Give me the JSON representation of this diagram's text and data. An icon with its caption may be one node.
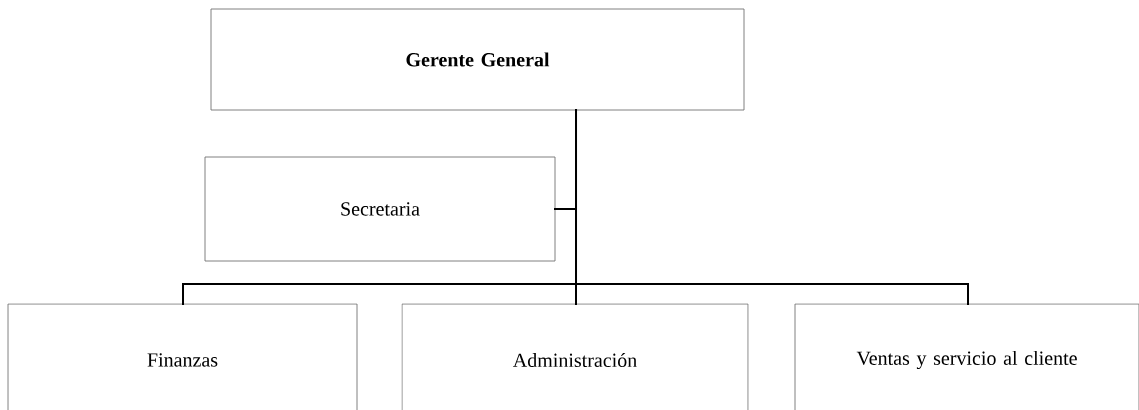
{
  "diagram": {
    "nodes": [
      {
        "text": [
          "Gerente General"
        ]
      },
      {
        "text": [
          "Secretaria"
        ]
      },
      {
        "text": [
          "Finanzas"
        ]
      },
      {
        "text": [
          "Administración"
        ]
      },
      {
        "text": [
          "Ventas y servicio al cliente"
        ]
      }
    ],
    "edges": [
      {
        "from": 0,
        "to": 1,
        "arrow": "none"
      },
      {
        "from": 0,
        "to": 2,
        "arrow": "none"
      },
      {
        "from": 0,
        "to": 3,
        "arrow": "none"
      },
      {
        "from": 0,
        "to": 4,
        "arrow": "none"
      }
    ]
  }
}
